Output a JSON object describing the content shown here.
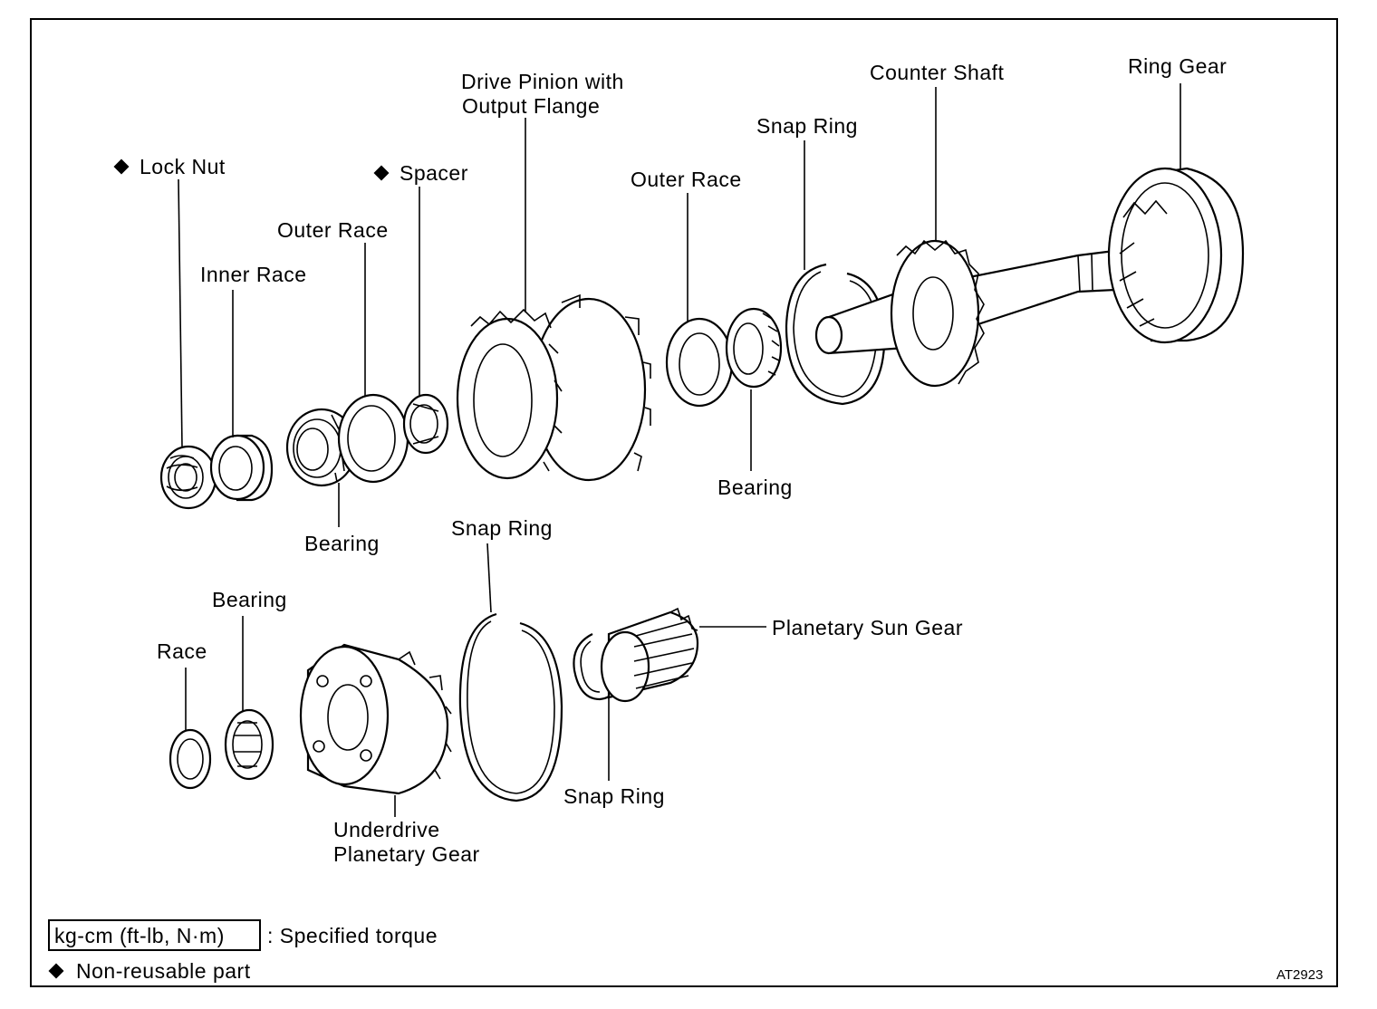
{
  "diagram": {
    "labels": {
      "lock_nut": "Lock Nut",
      "spacer": "Spacer",
      "inner_race": "Inner Race",
      "outer_race_left": "Outer Race",
      "drive_pinion_line1": "Drive Pinion with",
      "drive_pinion_line2": "Output Flange",
      "outer_race_right": "Outer Race",
      "snap_ring_top": "Snap Ring",
      "counter_shaft": "Counter Shaft",
      "ring_gear": "Ring Gear",
      "bearing_left": "Bearing",
      "bearing_right": "Bearing",
      "bearing_lower": "Bearing",
      "race": "Race",
      "snap_ring_mid": "Snap Ring",
      "planetary_sun_gear": "Planetary Sun Gear",
      "snap_ring_lower": "Snap Ring",
      "underdrive_line1": "Underdrive",
      "underdrive_line2": "Planetary Gear"
    },
    "legend": {
      "torque_box": "kg-cm (ft-lb, N·m)",
      "torque_text": ": Specified torque",
      "nonreusable_text": "Non-reusable part"
    },
    "figure_code": "AT2923"
  }
}
